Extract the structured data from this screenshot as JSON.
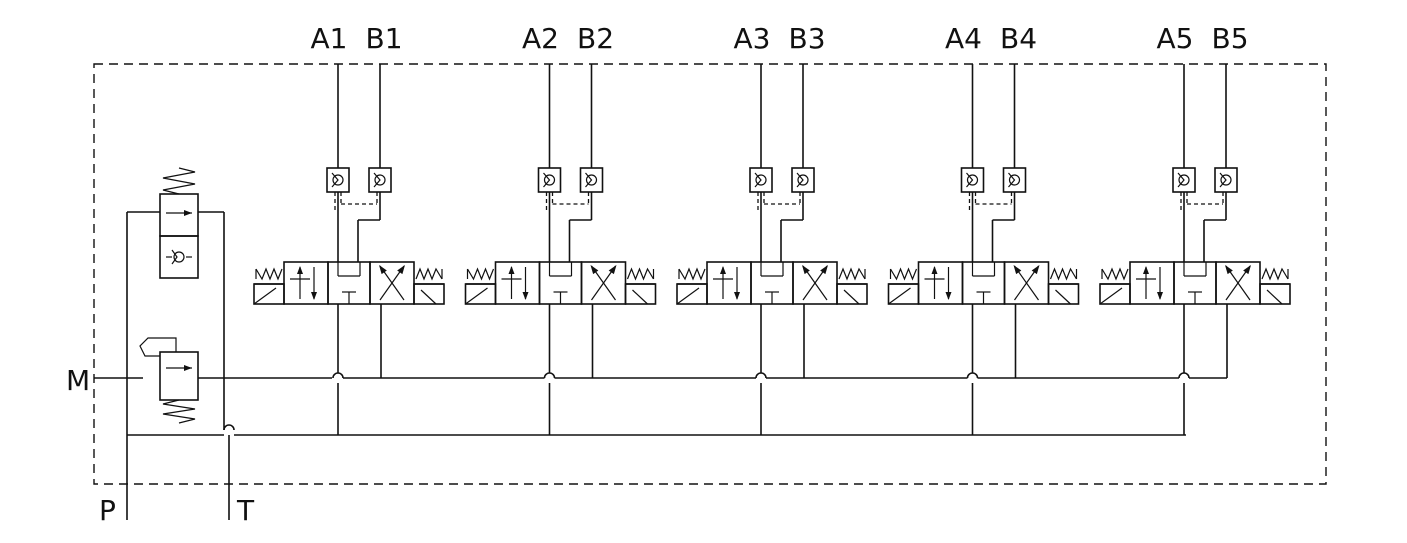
{
  "diagram": {
    "port_labels": {
      "M": "M",
      "P": "P",
      "T": "T"
    },
    "sections": [
      {
        "a": "A1",
        "b": "B1"
      },
      {
        "a": "A2",
        "b": "B2"
      },
      {
        "a": "A3",
        "b": "B3"
      },
      {
        "a": "A4",
        "b": "B4"
      },
      {
        "a": "A5",
        "b": "B5"
      }
    ]
  }
}
